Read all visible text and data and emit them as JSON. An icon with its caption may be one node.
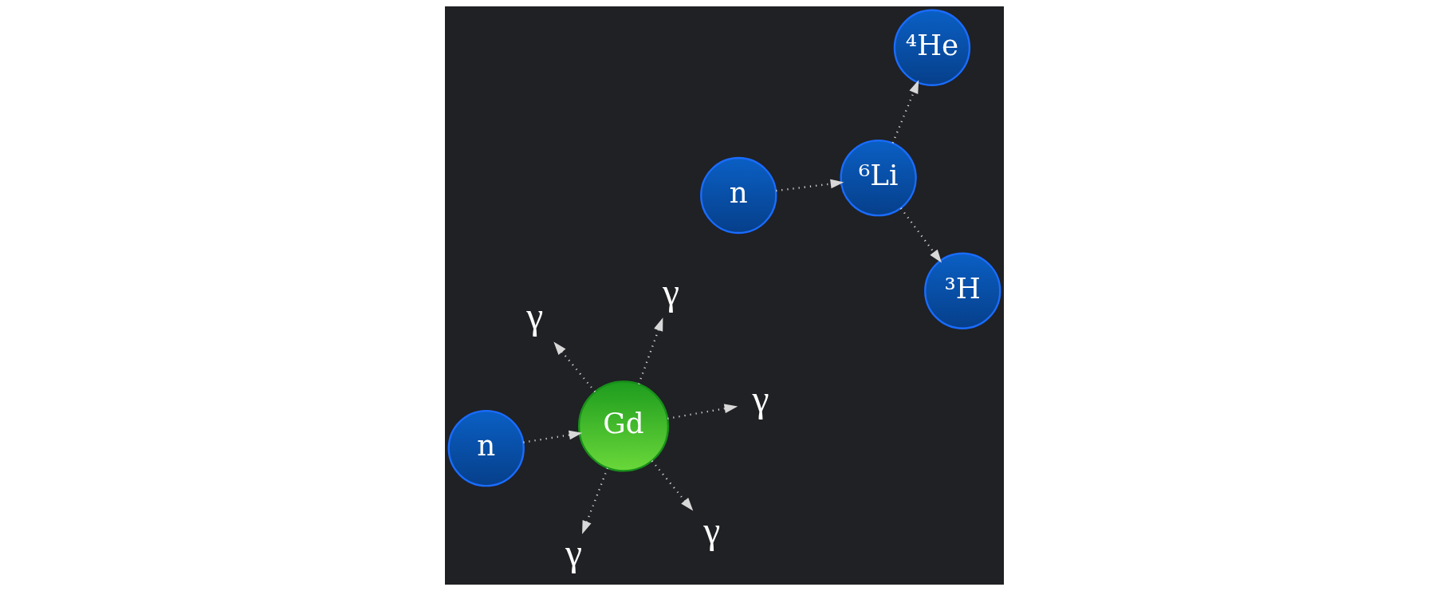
{
  "diagram": {
    "nodes": [
      {
        "text": [
          "n"
        ]
      },
      {
        "text": [
          "Gd"
        ]
      },
      {
        "text": [
          "γ"
        ]
      },
      {
        "text": [
          "γ"
        ]
      },
      {
        "text": [
          "γ"
        ]
      },
      {
        "text": [
          "γ"
        ]
      },
      {
        "text": [
          "γ"
        ]
      },
      {
        "text": [
          "n"
        ]
      },
      {
        "text": [
          "⁶Li"
        ]
      },
      {
        "text": [
          "³H"
        ]
      },
      {
        "text": [
          "⁴He"
        ]
      }
    ],
    "edges": [
      {
        "from": 0,
        "to": 1,
        "arrow": "to"
      },
      {
        "from": 1,
        "to": 2,
        "arrow": "to"
      },
      {
        "from": 1,
        "to": 3,
        "arrow": "to"
      },
      {
        "from": 1,
        "to": 4,
        "arrow": "to"
      },
      {
        "from": 1,
        "to": 5,
        "arrow": "to"
      },
      {
        "from": 1,
        "to": 6,
        "arrow": "to"
      },
      {
        "from": 7,
        "to": 8,
        "arrow": "to"
      },
      {
        "from": 8,
        "to": 9,
        "arrow": "to"
      },
      {
        "from": 8,
        "to": 10,
        "arrow": "to"
      }
    ]
  }
}
